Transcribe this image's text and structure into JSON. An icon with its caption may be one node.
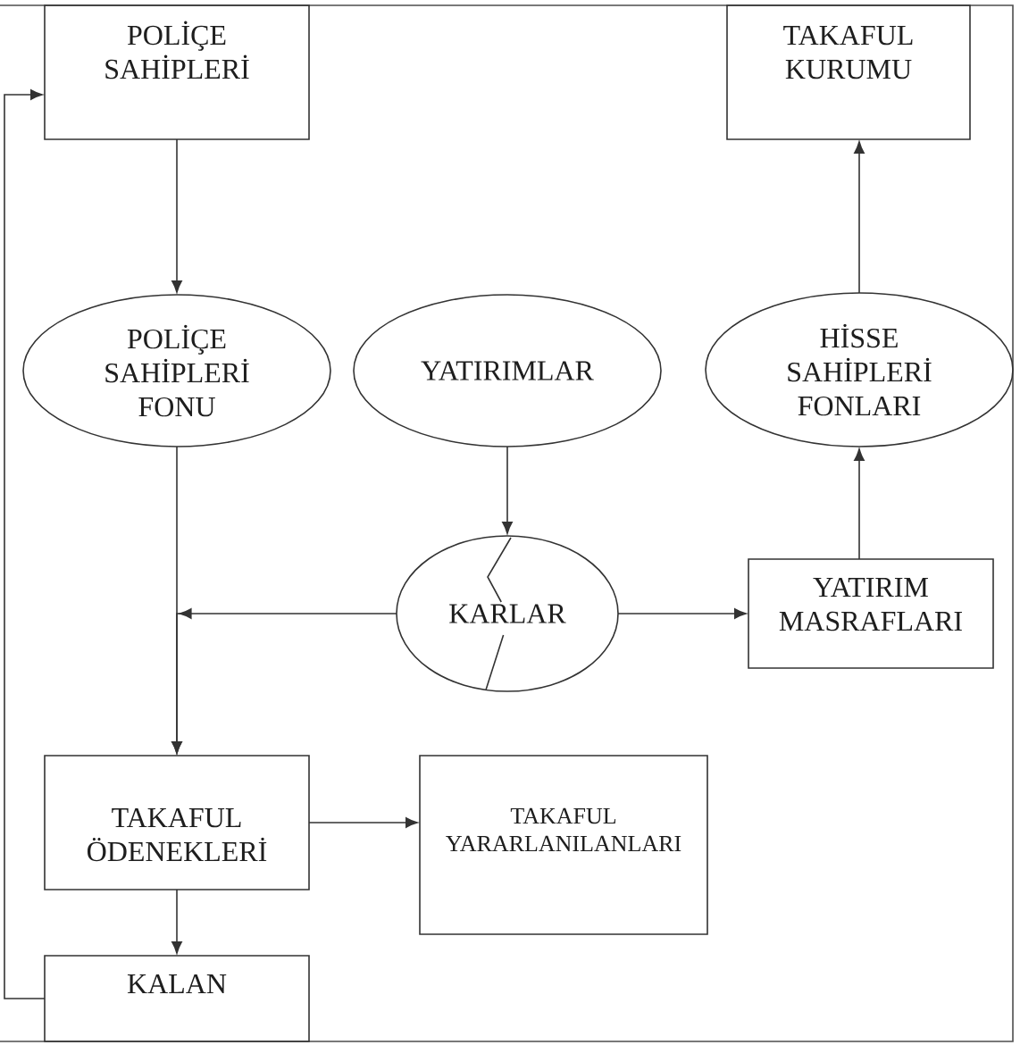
{
  "diagram": {
    "nodes": [
      {
        "text": [
          "POLİÇE SAHİPLERİ"
        ]
      },
      {
        "text": [
          "TAKAFUL KURUMU"
        ]
      },
      {
        "text": [
          "POLİÇE SAHİPLERİ FONU"
        ]
      },
      {
        "text": [
          "YATIRIMLAR"
        ]
      },
      {
        "text": [
          "HİSSE SAHİPLERİ FONLARI"
        ]
      },
      {
        "text": [
          "KARLAR"
        ]
      },
      {
        "text": [
          "YATIRIM MASRAFLARI"
        ]
      },
      {
        "text": [
          "TAKAFUL ÖDENEKLERİ"
        ]
      },
      {
        "text": [
          "TAKAFUL YARARLANILANLARI"
        ]
      },
      {
        "text": [
          "KALAN"
        ]
      }
    ],
    "edges": [
      {
        "from": 0,
        "to": 2,
        "arrow": "to"
      },
      {
        "from": 2,
        "to": 7,
        "arrow": "to"
      },
      {
        "from": 3,
        "to": 5,
        "arrow": "to"
      },
      {
        "from": 5,
        "to": 7,
        "arrow": "to"
      },
      {
        "from": 5,
        "to": 6,
        "arrow": "to"
      },
      {
        "from": 6,
        "to": 4,
        "arrow": "to"
      },
      {
        "from": 4,
        "to": 1,
        "arrow": "to"
      },
      {
        "from": 7,
        "to": 8,
        "arrow": "to"
      },
      {
        "from": 7,
        "to": 9,
        "arrow": "to"
      },
      {
        "from": 9,
        "to": 0,
        "arrow": "to"
      }
    ]
  }
}
